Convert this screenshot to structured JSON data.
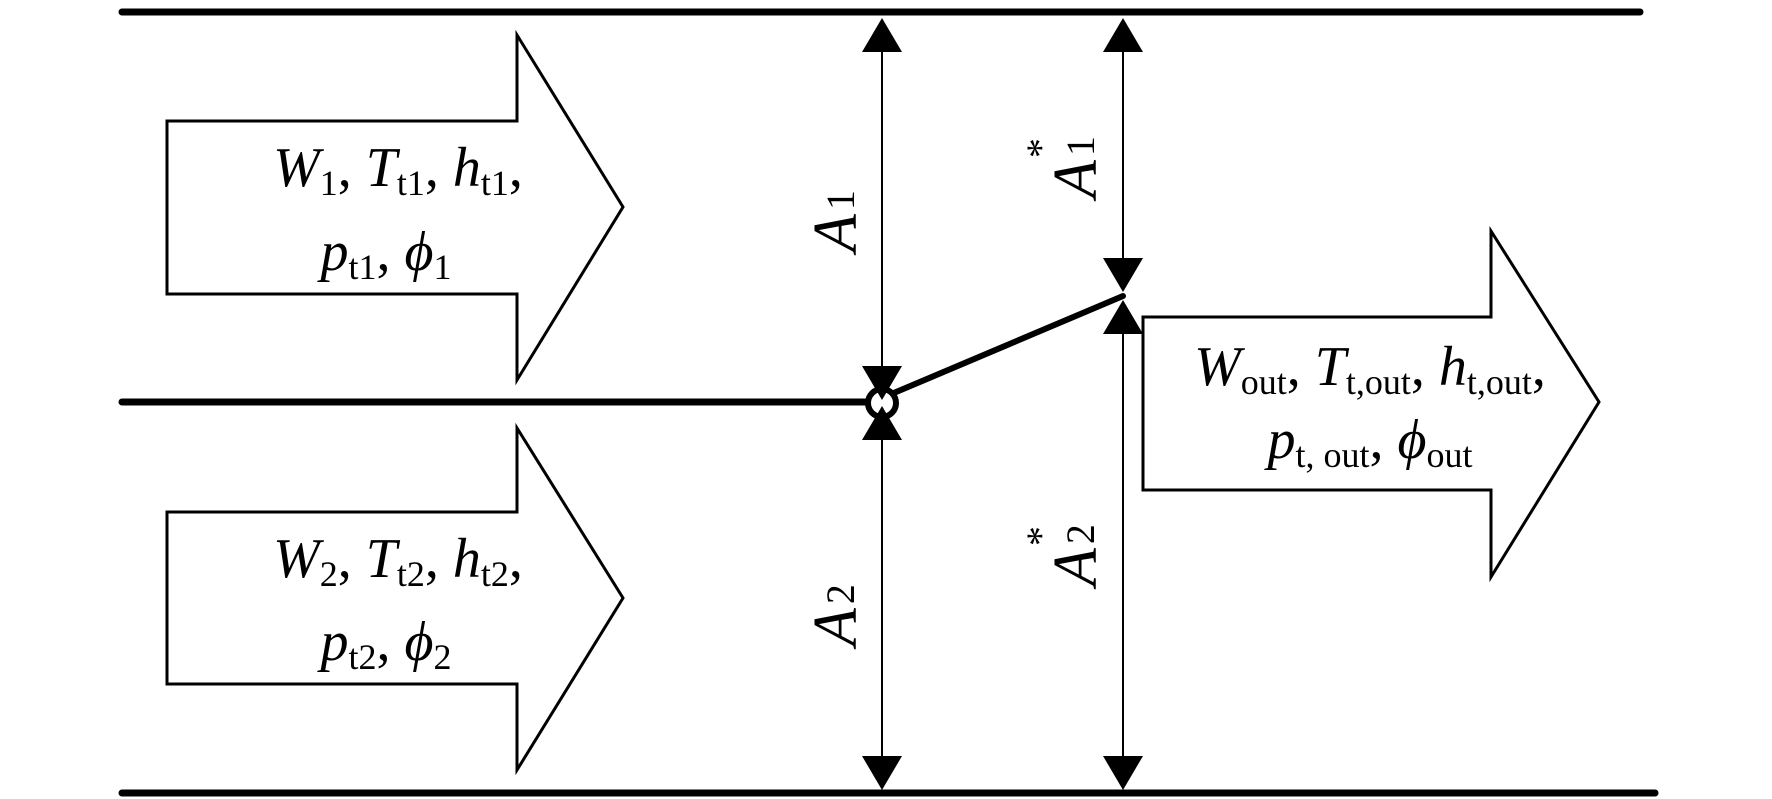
{
  "inlet_1": {
    "line1": [
      {
        "main": "W",
        "sub": "1"
      },
      {
        "main": "T",
        "sub": "t1"
      },
      {
        "main": "h",
        "sub": "t1"
      }
    ],
    "line2": [
      {
        "main": "p",
        "sub": "t1"
      },
      {
        "main": "ϕ",
        "sub": "1"
      }
    ]
  },
  "inlet_2": {
    "line1": [
      {
        "main": "W",
        "sub": "2"
      },
      {
        "main": "T",
        "sub": "t2"
      },
      {
        "main": "h",
        "sub": "t2"
      }
    ],
    "line2": [
      {
        "main": "p",
        "sub": "t2"
      },
      {
        "main": "ϕ",
        "sub": "2"
      }
    ]
  },
  "outlet": {
    "line1": [
      {
        "main": "W",
        "sub": "out"
      },
      {
        "main": "T",
        "sub": "t,out"
      },
      {
        "main": "h",
        "sub": "t,out"
      }
    ],
    "line2": [
      {
        "main": "p",
        "sub": "t, out"
      },
      {
        "main": "ϕ",
        "sub": "out"
      }
    ]
  },
  "dimensions": {
    "A1": {
      "main": "A",
      "sub": "1"
    },
    "A2": {
      "main": "A",
      "sub": "2"
    },
    "A1_star": {
      "main": "A",
      "sub": "1",
      "sup": "*"
    },
    "A2_star": {
      "main": "A",
      "sub": "2",
      "sup": "*"
    }
  },
  "separator": ", "
}
